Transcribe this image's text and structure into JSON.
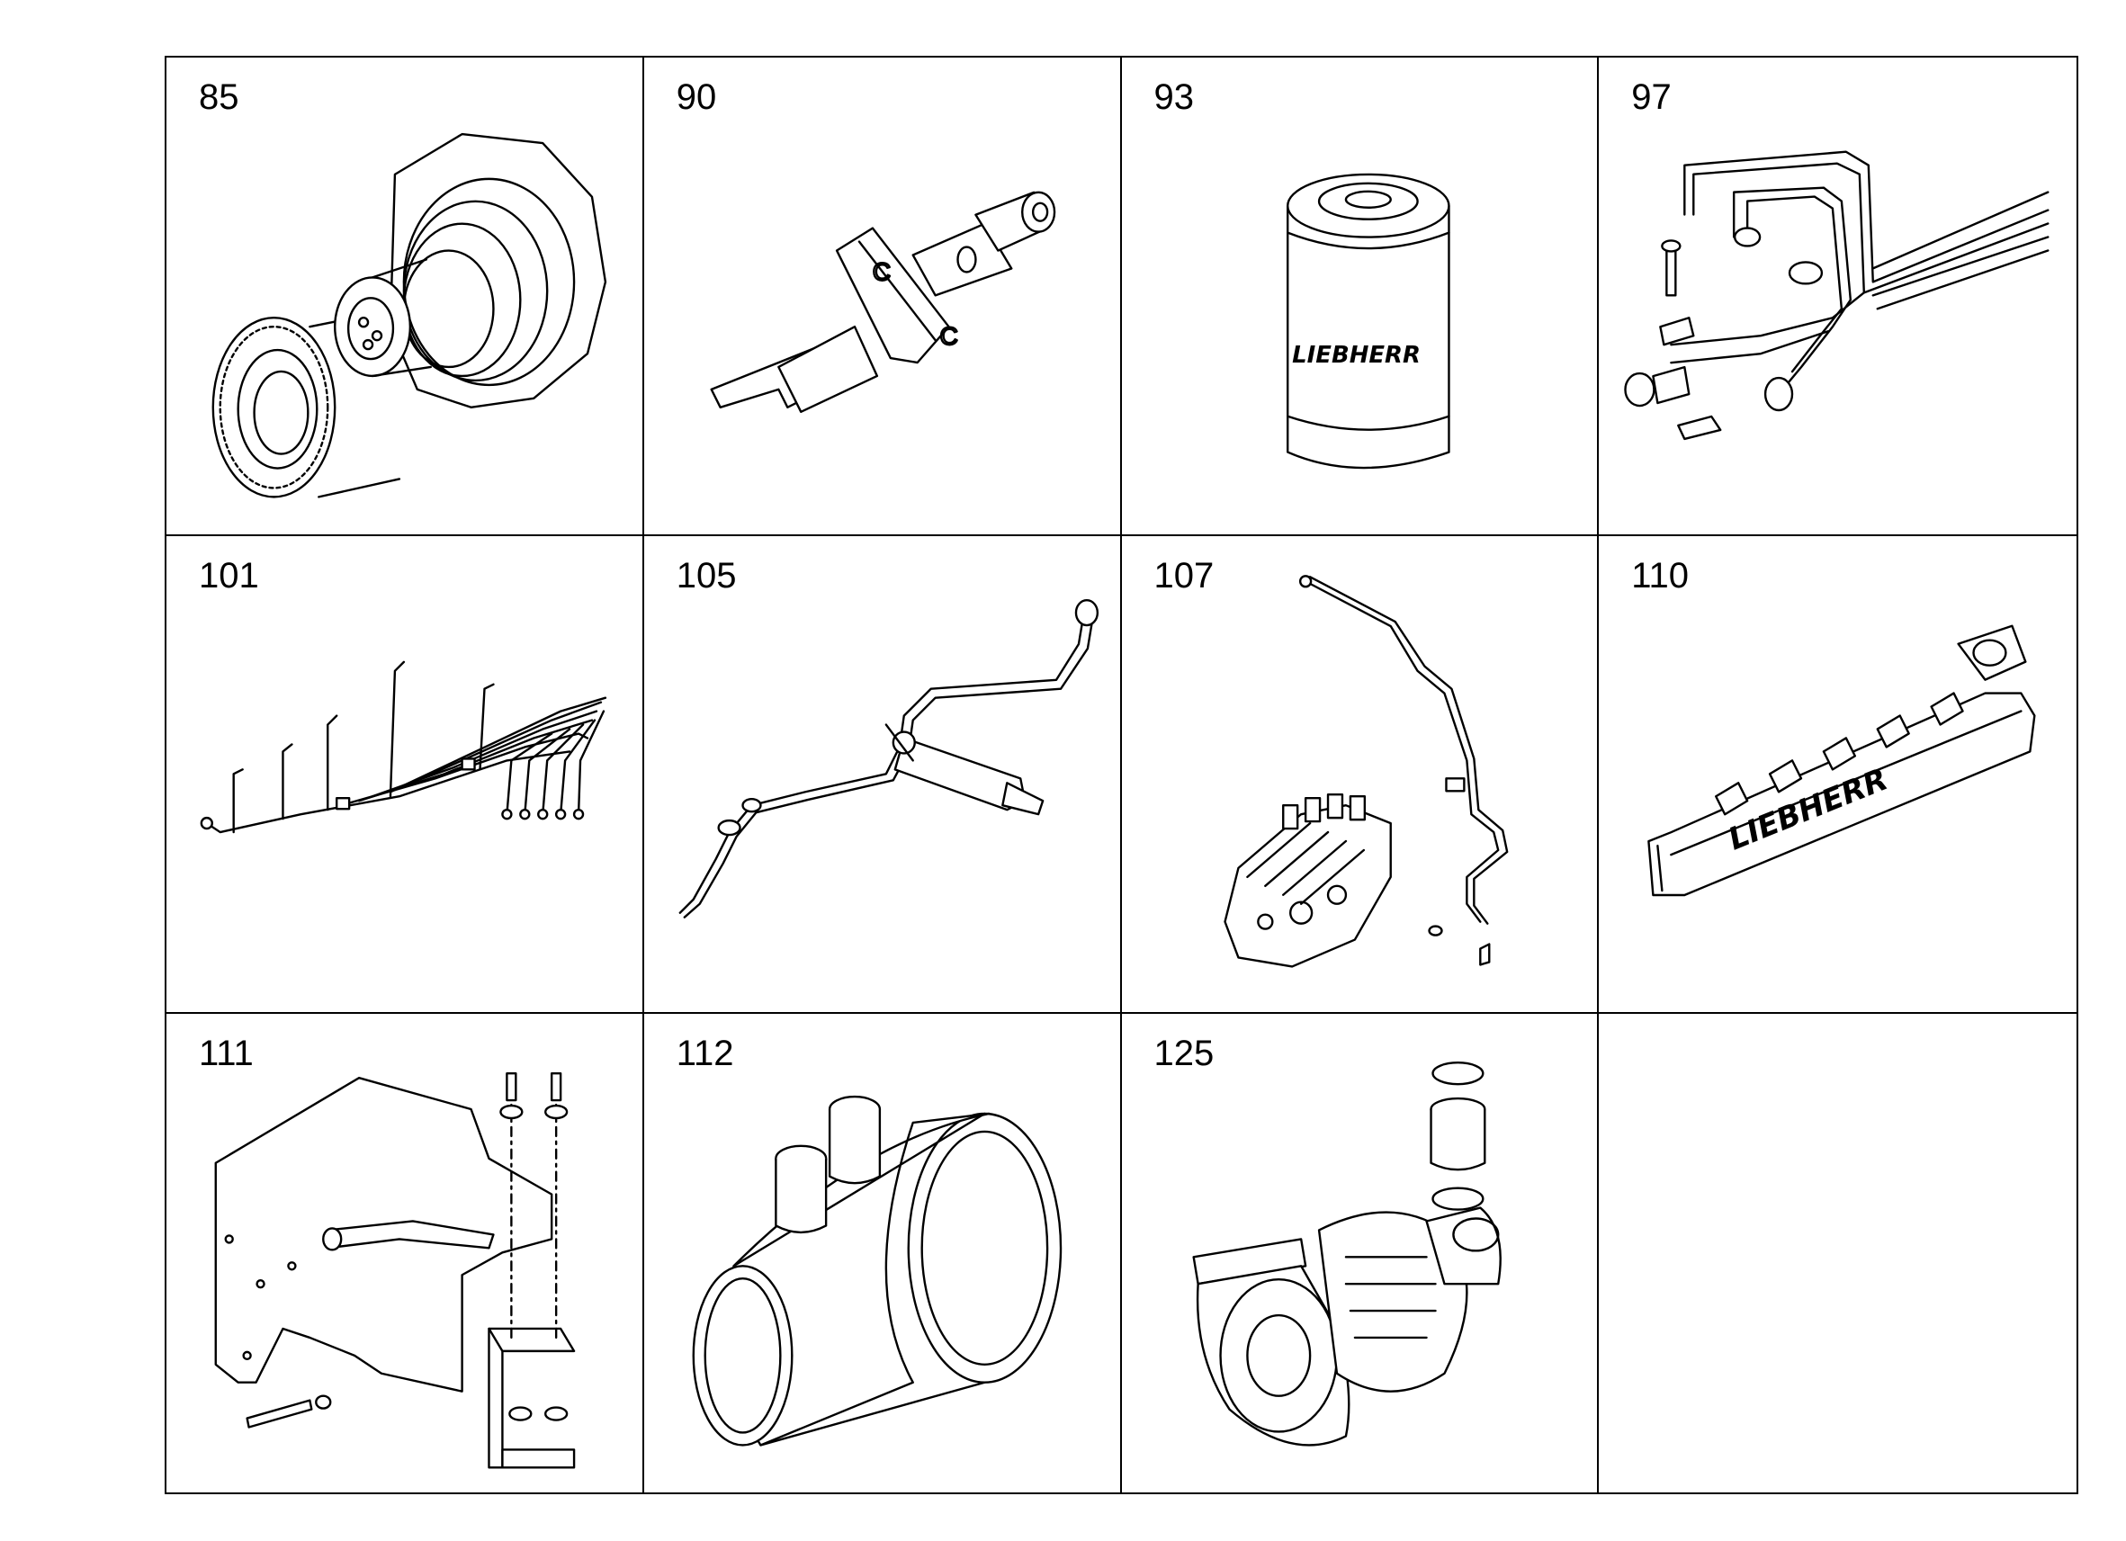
{
  "cells": [
    {
      "number": "85",
      "icon": "gear-drive-icon"
    },
    {
      "number": "90",
      "icon": "injector-icon"
    },
    {
      "number": "93",
      "icon": "oil-filter-icon",
      "label": "LIEBHERR"
    },
    {
      "number": "97",
      "icon": "injection-lines-icon"
    },
    {
      "number": "101",
      "icon": "injection-line-bundle-icon"
    },
    {
      "number": "105",
      "icon": "injector-with-line-icon"
    },
    {
      "number": "107",
      "icon": "injection-pump-icon"
    },
    {
      "number": "110",
      "icon": "exhaust-manifold-icon",
      "label": "LIEBHERR"
    },
    {
      "number": "111",
      "icon": "bracket-icon"
    },
    {
      "number": "112",
      "icon": "pipe-elbow-icon"
    },
    {
      "number": "125",
      "icon": "turbocharger-icon"
    },
    {
      "number": "",
      "icon": ""
    }
  ]
}
